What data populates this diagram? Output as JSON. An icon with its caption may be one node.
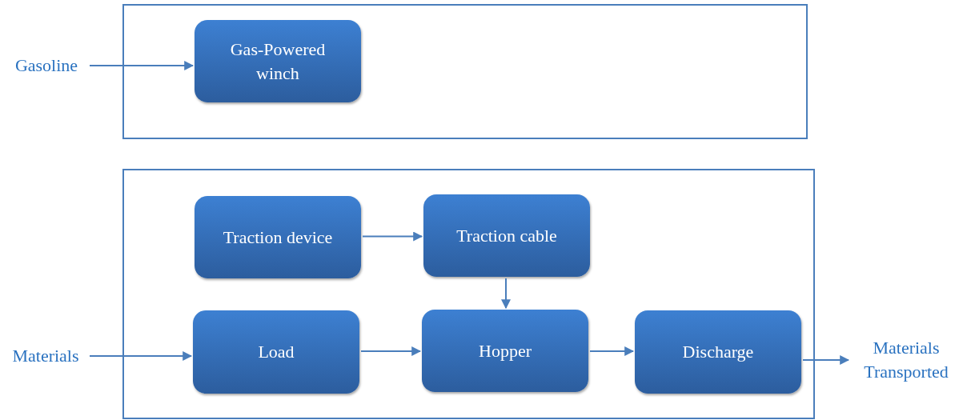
{
  "diagram": {
    "nodes": [
      {
        "text": [],
        "shape": "box"
      },
      {
        "text": [
          "Gas-Powered winch"
        ],
        "in": 0
      },
      {
        "text": [],
        "shape": "box"
      },
      {
        "text": [
          "Traction device"
        ],
        "in": 2
      },
      {
        "text": [
          "Traction cable"
        ],
        "in": 2
      },
      {
        "text": [
          "Load"
        ],
        "in": 2
      },
      {
        "text": [
          "Hopper"
        ],
        "in": 2
      },
      {
        "text": [
          "Discharge"
        ],
        "in": 2
      },
      {
        "text": [
          "Gasoline"
        ]
      },
      {
        "text": [
          "Materials"
        ]
      },
      {
        "text": [
          "Materials Transported"
        ]
      }
    ],
    "edges": [
      {
        "from": 8,
        "to": 1,
        "arrow": "to"
      },
      {
        "from": 3,
        "to": 4,
        "arrow": "to"
      },
      {
        "from": 4,
        "to": 6,
        "arrow": "to"
      },
      {
        "from": 9,
        "to": 5,
        "arrow": "to"
      },
      {
        "from": 5,
        "to": 6,
        "arrow": "to"
      },
      {
        "from": 6,
        "to": 7,
        "arrow": "to"
      },
      {
        "from": 7,
        "to": 10,
        "arrow": "to"
      }
    ]
  }
}
